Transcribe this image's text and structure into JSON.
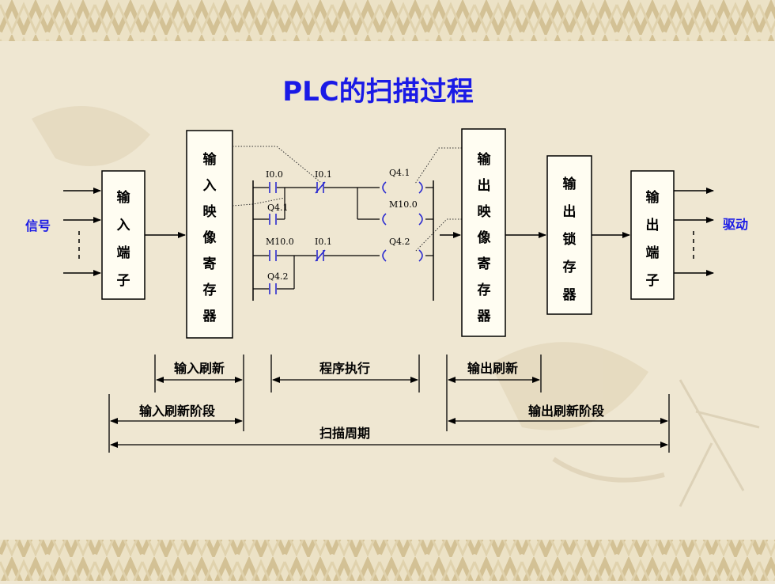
{
  "title": "PLC的扫描过程",
  "blocks": {
    "input_terminal": [
      "输",
      "入",
      "端",
      "子"
    ],
    "input_image_register": [
      "输",
      "入",
      "映",
      "像",
      "寄",
      "存",
      "器"
    ],
    "output_image_register": [
      "输",
      "出",
      "映",
      "像",
      "寄",
      "存",
      "器"
    ],
    "output_latch": [
      "输",
      "出",
      "锁",
      "存",
      "器"
    ],
    "output_terminal": [
      "输",
      "出",
      "端",
      "子"
    ]
  },
  "labels": {
    "signal": "信号",
    "drive": "驱动"
  },
  "ladder": {
    "contact_i00": "I0.0",
    "contact_i01a": "I0.1",
    "coil_q41": "Q4.1",
    "contact_q41": "Q4.1",
    "coil_m100": "M10.0",
    "contact_m100": "M10.0",
    "contact_i01b": "I0.1",
    "coil_q42": "Q4.2",
    "contact_q42": "Q4.2"
  },
  "phases": {
    "input_refresh": "输入刷新",
    "program_exec": "程序执行",
    "output_refresh": "输出刷新",
    "input_refresh_stage": "输入刷新阶段",
    "output_refresh_stage": "输出刷新阶段",
    "scan_cycle": "扫描周期"
  },
  "colors": {
    "background": "#efe7d2",
    "title": "#1a1ae6",
    "label_blue": "#1a1ae6",
    "ladder_blue": "#2a2ad0",
    "border_pattern": "#d9c9a2"
  }
}
